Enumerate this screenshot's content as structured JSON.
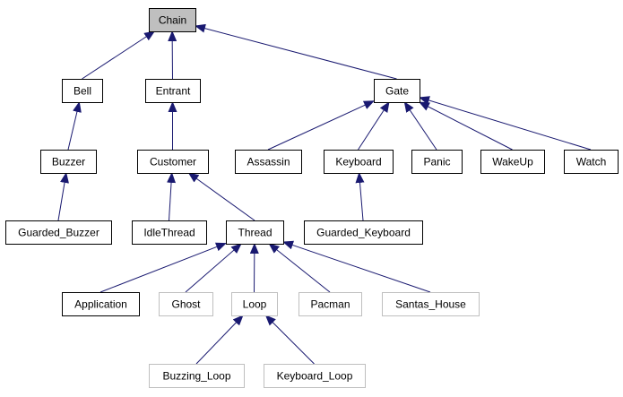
{
  "diagram": {
    "style": {
      "edge_color": "#191970",
      "node_border": "#000000",
      "node_border_faded": "#bfbfbf",
      "node_fill": "#ffffff",
      "root_fill": "#bfbfbf"
    },
    "nodes": {
      "chain": {
        "label": "Chain",
        "style": "root"
      },
      "bell": {
        "label": "Bell",
        "style": "normal"
      },
      "entrant": {
        "label": "Entrant",
        "style": "normal"
      },
      "gate": {
        "label": "Gate",
        "style": "normal"
      },
      "buzzer": {
        "label": "Buzzer",
        "style": "normal"
      },
      "customer": {
        "label": "Customer",
        "style": "normal"
      },
      "assassin": {
        "label": "Assassin",
        "style": "normal"
      },
      "keyboard": {
        "label": "Keyboard",
        "style": "normal"
      },
      "panic": {
        "label": "Panic",
        "style": "normal"
      },
      "wakeup": {
        "label": "WakeUp",
        "style": "normal"
      },
      "watch": {
        "label": "Watch",
        "style": "normal"
      },
      "guarded_buzzer": {
        "label": "Guarded_Buzzer",
        "style": "normal"
      },
      "idlethread": {
        "label": "IdleThread",
        "style": "normal"
      },
      "thread": {
        "label": "Thread",
        "style": "normal"
      },
      "guarded_keyboard": {
        "label": "Guarded_Keyboard",
        "style": "normal"
      },
      "application": {
        "label": "Application",
        "style": "normal"
      },
      "ghost": {
        "label": "Ghost",
        "style": "faded"
      },
      "loop": {
        "label": "Loop",
        "style": "faded"
      },
      "pacman": {
        "label": "Pacman",
        "style": "faded"
      },
      "santas_house": {
        "label": "Santas_House",
        "style": "faded"
      },
      "buzzing_loop": {
        "label": "Buzzing_Loop",
        "style": "faded"
      },
      "keyboard_loop": {
        "label": "Keyboard_Loop",
        "style": "faded"
      }
    },
    "edges": [
      {
        "from": "bell",
        "to": "chain"
      },
      {
        "from": "entrant",
        "to": "chain"
      },
      {
        "from": "gate",
        "to": "chain"
      },
      {
        "from": "buzzer",
        "to": "bell"
      },
      {
        "from": "customer",
        "to": "entrant"
      },
      {
        "from": "assassin",
        "to": "gate"
      },
      {
        "from": "keyboard",
        "to": "gate"
      },
      {
        "from": "panic",
        "to": "gate"
      },
      {
        "from": "wakeup",
        "to": "gate"
      },
      {
        "from": "watch",
        "to": "gate"
      },
      {
        "from": "guarded_buzzer",
        "to": "buzzer"
      },
      {
        "from": "idlethread",
        "to": "customer"
      },
      {
        "from": "thread",
        "to": "customer"
      },
      {
        "from": "guarded_keyboard",
        "to": "keyboard"
      },
      {
        "from": "application",
        "to": "thread"
      },
      {
        "from": "ghost",
        "to": "thread"
      },
      {
        "from": "loop",
        "to": "thread"
      },
      {
        "from": "pacman",
        "to": "thread"
      },
      {
        "from": "santas_house",
        "to": "thread"
      },
      {
        "from": "buzzing_loop",
        "to": "loop"
      },
      {
        "from": "keyboard_loop",
        "to": "loop"
      }
    ]
  }
}
